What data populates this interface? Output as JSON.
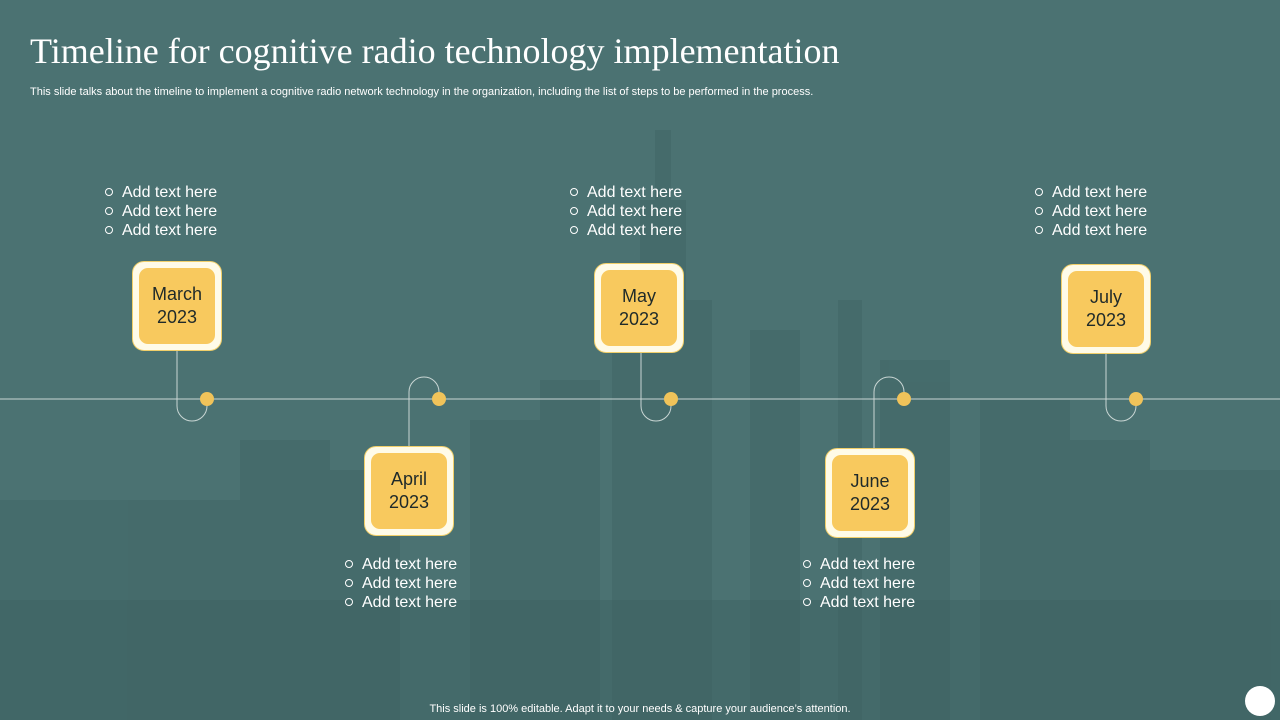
{
  "slide": {
    "title": "Timeline for cognitive radio technology implementation",
    "subtitle": "This slide talks about the timeline to implement a cognitive radio network technology in the organization, including the list of steps to be performed in the process.",
    "footer": "This slide is 100% editable. Adapt it to your needs & capture your audience’s attention."
  },
  "milestones": [
    {
      "month": "March",
      "year": "2023",
      "bullets": [
        "Add text here",
        "Add text here",
        "Add text here"
      ]
    },
    {
      "month": "April",
      "year": "2023",
      "bullets": [
        "Add text here",
        "Add text here",
        "Add text here"
      ]
    },
    {
      "month": "May",
      "year": "2023",
      "bullets": [
        "Add text here",
        "Add text here",
        "Add text here"
      ]
    },
    {
      "month": "June",
      "year": "2023",
      "bullets": [
        "Add text here",
        "Add text here",
        "Add text here"
      ]
    },
    {
      "month": "July",
      "year": "2023",
      "bullets": [
        "Add text here",
        "Add text here",
        "Add text here"
      ]
    }
  ],
  "colors": {
    "background": "#4b7272",
    "date_box_fill": "#f8c95e",
    "date_box_border": "#fffbe8",
    "dot": "#f0c35a",
    "line": "#c9d6d4",
    "text": "#ffffff"
  }
}
